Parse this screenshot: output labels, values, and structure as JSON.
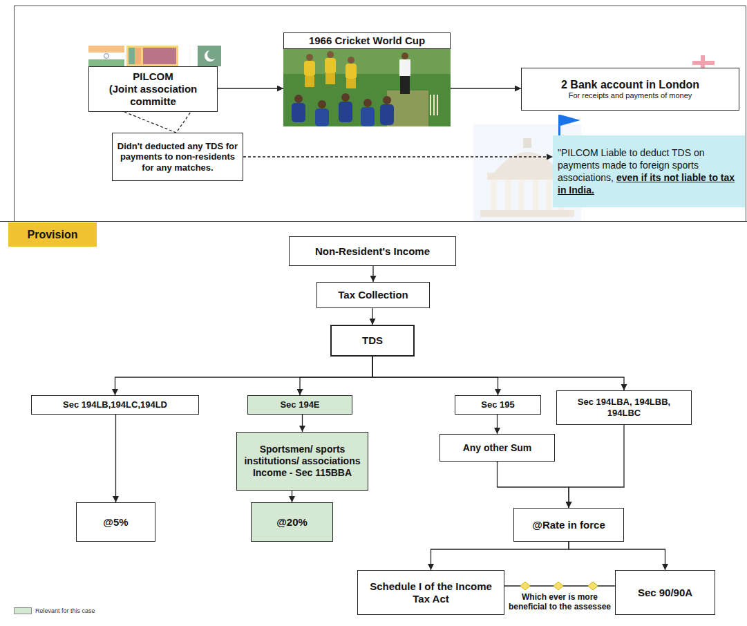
{
  "diagram": {
    "nodes": [
      {
        "text": [
          "PILCOM",
          "(Joint association committe"
        ]
      },
      {
        "text": [
          "1966 Cricket World Cup"
        ]
      },
      {
        "text": [
          "2 Bank account in London",
          "For receipts and payments of money"
        ]
      },
      {
        "text": [
          "Didn't deducted any TDS for payments to non-residents for any matches."
        ]
      },
      {
        "text": [
          "\"PILCOM Liable to deduct TDS on payments made to foreign sports associations,",
          "even if its not liable to tax in India."
        ]
      },
      {
        "text": [
          "Provision"
        ]
      },
      {
        "text": [
          "Non-Resident's Income"
        ]
      },
      {
        "text": [
          "Tax Collection"
        ]
      },
      {
        "text": [
          "TDS"
        ]
      },
      {
        "text": [
          "Sec 194LB,194LC,194LD"
        ]
      },
      {
        "text": [
          "Sec 194E"
        ]
      },
      {
        "text": [
          "Sec 195"
        ]
      },
      {
        "text": [
          "Sec 194LBA, 194LBB, 194LBC"
        ]
      },
      {
        "text": [
          "Sportsmen/ sports institutions/ associations Income - Sec 115BBA"
        ]
      },
      {
        "text": [
          "Any other Sum"
        ]
      },
      {
        "text": [
          "@5%"
        ]
      },
      {
        "text": [
          "@20%"
        ]
      },
      {
        "text": [
          "@Rate in force"
        ]
      },
      {
        "text": [
          "Schedule I of the Income Tax Act"
        ]
      },
      {
        "text": [
          "Sec 90/90A"
        ]
      }
    ],
    "edges": [
      {
        "from": 0,
        "to": 1,
        "arrow": "to"
      },
      {
        "from": 1,
        "to": 2,
        "arrow": "to"
      },
      {
        "from": 0,
        "to": 3,
        "arrow": "none"
      },
      {
        "from": 3,
        "to": 4,
        "arrow": "to"
      },
      {
        "from": 6,
        "to": 7,
        "arrow": "to"
      },
      {
        "from": 7,
        "to": 8,
        "arrow": "to"
      },
      {
        "from": 8,
        "to": 9,
        "arrow": "to"
      },
      {
        "from": 8,
        "to": 10,
        "arrow": "to"
      },
      {
        "from": 8,
        "to": 11,
        "arrow": "to"
      },
      {
        "from": 8,
        "to": 12,
        "arrow": "to"
      },
      {
        "from": 9,
        "to": 15,
        "arrow": "to"
      },
      {
        "from": 10,
        "to": 13,
        "arrow": "to"
      },
      {
        "from": 13,
        "to": 16,
        "arrow": "to"
      },
      {
        "from": 11,
        "to": 14,
        "arrow": "to"
      },
      {
        "from": 14,
        "to": 17,
        "arrow": "to"
      },
      {
        "from": 12,
        "to": 17,
        "arrow": "to"
      },
      {
        "from": 17,
        "to": 18,
        "arrow": "to"
      },
      {
        "from": 17,
        "to": 19,
        "arrow": "to"
      },
      {
        "from": 18,
        "to": 19,
        "arrow": "none",
        "label": "Which ever is more beneficial to the assessee"
      }
    ],
    "legend": [
      {
        "text": "Relevant for this case",
        "color": "#d5e8d4"
      }
    ]
  }
}
